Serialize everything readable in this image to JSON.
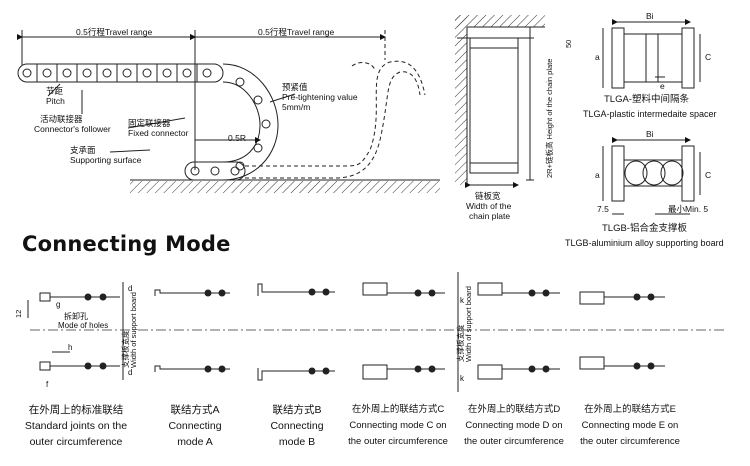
{
  "top": {
    "travel_left": "0.5行程Travel range",
    "travel_right": "0.5行程Travel range",
    "pitch_cn": "节距",
    "pitch_en": "Pitch",
    "pretight_cn": "预紧值",
    "pretight_en": "Pre-tightening value",
    "pretight_val": "5mm/m",
    "follower_cn": "活动联接器",
    "follower_en": "Connector's follower",
    "fixed_cn": "固定联接器",
    "fixed_en": "Fixed connector",
    "radius": "0.5R",
    "support_cn": "支承面",
    "support_en": "Supporting surface"
  },
  "chain_plate": {
    "height_label": "2R+链板高 Height of the chain plate",
    "width_cn": "链板宽",
    "width_en1": "Width of the",
    "width_en2": "chain plate",
    "dim_50": "50"
  },
  "tlga": {
    "bi": "Bi",
    "a": "a",
    "c": "C",
    "e": "e",
    "title_cn": "TLGA-塑料中间隔条",
    "title_en": "TLGA-plastic intermedaite spacer"
  },
  "tlgb": {
    "bi": "Bi",
    "a": "a",
    "c": "C",
    "dim_left": "7.5",
    "dim_right": "最小Min. 5",
    "title_cn": "TLGB-铝合金支撑板",
    "title_en": "TLGB-aluminium alloy supporting board"
  },
  "connecting": {
    "heading": "Connecting Mode",
    "holes_cn": "拆卸孔",
    "holes_en": "Mode of holes",
    "support_board_cn": "支撑板宽度",
    "support_board_en": "Width of support board",
    "dims": {
      "d": "d",
      "g": "g",
      "h": "h",
      "f": "f",
      "k": "k",
      "twelve": "12"
    },
    "modes": [
      {
        "l1": "在外周上的标准联结",
        "l2": "Standard joints on the",
        "l3": "outer circumference"
      },
      {
        "l1": "联结方式A",
        "l2": "Connecting",
        "l3": "mode A"
      },
      {
        "l1": "联结方式B",
        "l2": "Connecting",
        "l3": "mode B"
      },
      {
        "l1": "在外周上的联结方式C",
        "l2": "Connecting mode C on",
        "l3": "the outer circumference"
      },
      {
        "l1": "在外周上的联结方式D",
        "l2": "Connecting mode D on",
        "l3": "the outer circumference"
      },
      {
        "l1": "在外周上的联结方式E",
        "l2": "Connecting mode  E on",
        "l3": "the outer circumference"
      }
    ]
  }
}
